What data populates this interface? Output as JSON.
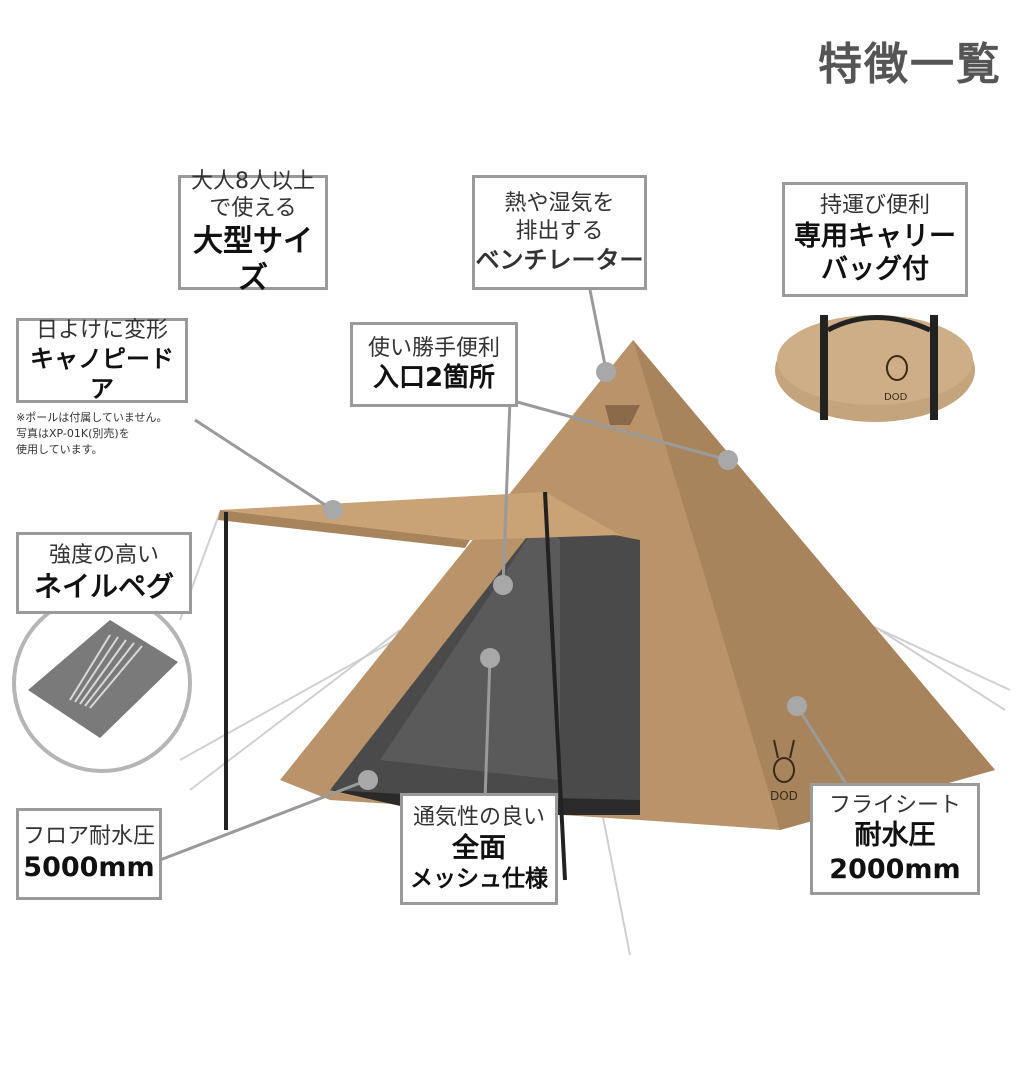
{
  "page_title": "特徴一覧",
  "callouts": {
    "size": {
      "line1": "大人8人以上",
      "line2": "で使える",
      "line3": "大型サイズ"
    },
    "ventilator": {
      "line1": "熱や湿気を",
      "line2": "排出する",
      "line3": "ベンチレーター"
    },
    "carry_bag": {
      "line1": "持運び便利",
      "line2": "専用キャリー",
      "line3": "バッグ付"
    },
    "canopy": {
      "line1": "日よけに変形",
      "line2": "キャノピードア"
    },
    "canopy_note": {
      "line1": "※ポールは付属していません。",
      "line2": "写真はXP-01K(別売)を",
      "line3": "使用しています。"
    },
    "entrance": {
      "line1": "使い勝手便利",
      "line2": "入口2箇所"
    },
    "peg": {
      "line1": "強度の高い",
      "line2": "ネイルペグ"
    },
    "floor": {
      "line1": "フロア耐水圧",
      "line2": "5000mm"
    },
    "mesh": {
      "line1": "通気性の良い",
      "line2": "全面",
      "line3": "メッシュ仕様"
    },
    "fly": {
      "line1": "フライシート",
      "line2": "耐水圧",
      "line3": "2000mm"
    }
  },
  "logo_text": "DOD",
  "colors": {
    "tent": "#b9946a",
    "tent_dark": "#9c7a55",
    "mesh": "#4a4a4a",
    "bag": "#c4a47c",
    "dot": "#a8a8a8"
  }
}
